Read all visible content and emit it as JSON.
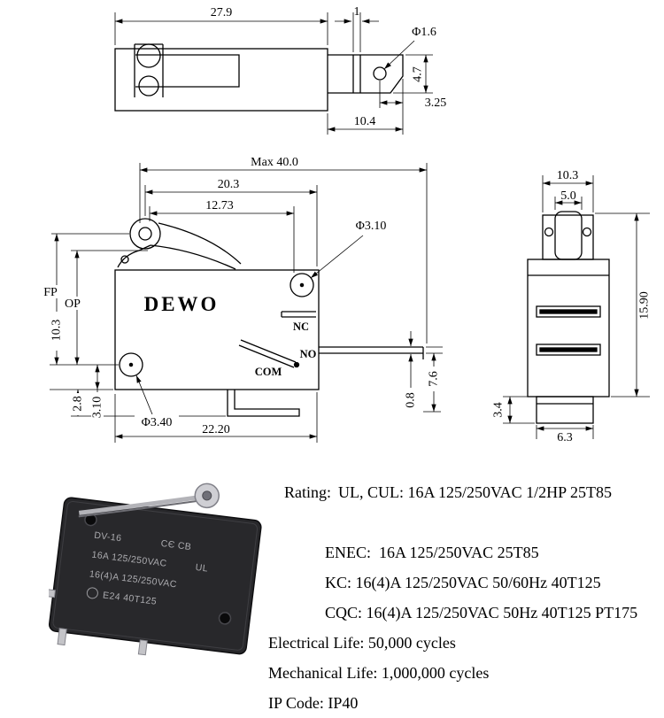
{
  "top_view": {
    "dim_body_length": "27.9",
    "dim_step": "1",
    "dim_hole_dia": "Φ1.6",
    "dim_plunger_height": "4.7",
    "dim_hole_to_end": "3.25",
    "dim_plunger_length": "10.4"
  },
  "front_view": {
    "brand": "DEWO",
    "dim_max_length": "Max 40.0",
    "dim_lever_length": "20.3",
    "dim_roller_offset": "12.73",
    "dim_top_hole_dia": "Φ3.10",
    "dim_bottom_hole_dia": "Φ3.40",
    "label_free_position": "FP",
    "label_operating_position": "OP",
    "dim_left_height": "10.3",
    "dim_terminal_drop": "2.8",
    "dim_hole_to_bottom": "3.10",
    "dim_hole_spacing": "22.20",
    "dim_terminal_thickness": "0.8",
    "dim_terminal_offset": "7.6",
    "terminal_nc": "NC",
    "terminal_no": "NO",
    "terminal_com": "COM"
  },
  "side_view": {
    "dim_top_width": "10.3",
    "dim_roller_width": "5.0",
    "dim_body_height": "15.90",
    "dim_base_height": "3.4",
    "dim_base_width": "6.3"
  },
  "photo": {
    "marking_model": "DV-16",
    "marking_certs": "CЄ CB",
    "marking_rating1": "16A 125/250VAC",
    "marking_ul": "UL",
    "marking_rating2": "16(4)A 125/250VAC",
    "marking_approvals": "E24 40T125"
  },
  "specs": {
    "rating_label": "Rating:",
    "rating_value": "UL, CUL: 16A 125/250VAC 1/2HP 25T85",
    "enec": "ENEC:  16A 125/250VAC 25T85",
    "kc": "KC: 16(4)A 125/250VAC 50/60Hz 40T125",
    "cqc": "CQC: 16(4)A 125/250VAC 50Hz 40T125 PT175",
    "electrical_life": "Electrical Life: 50,000 cycles",
    "mechanical_life": "Mechanical Life: 1,000,000 cycles",
    "ip_code": "IP Code: IP40"
  }
}
